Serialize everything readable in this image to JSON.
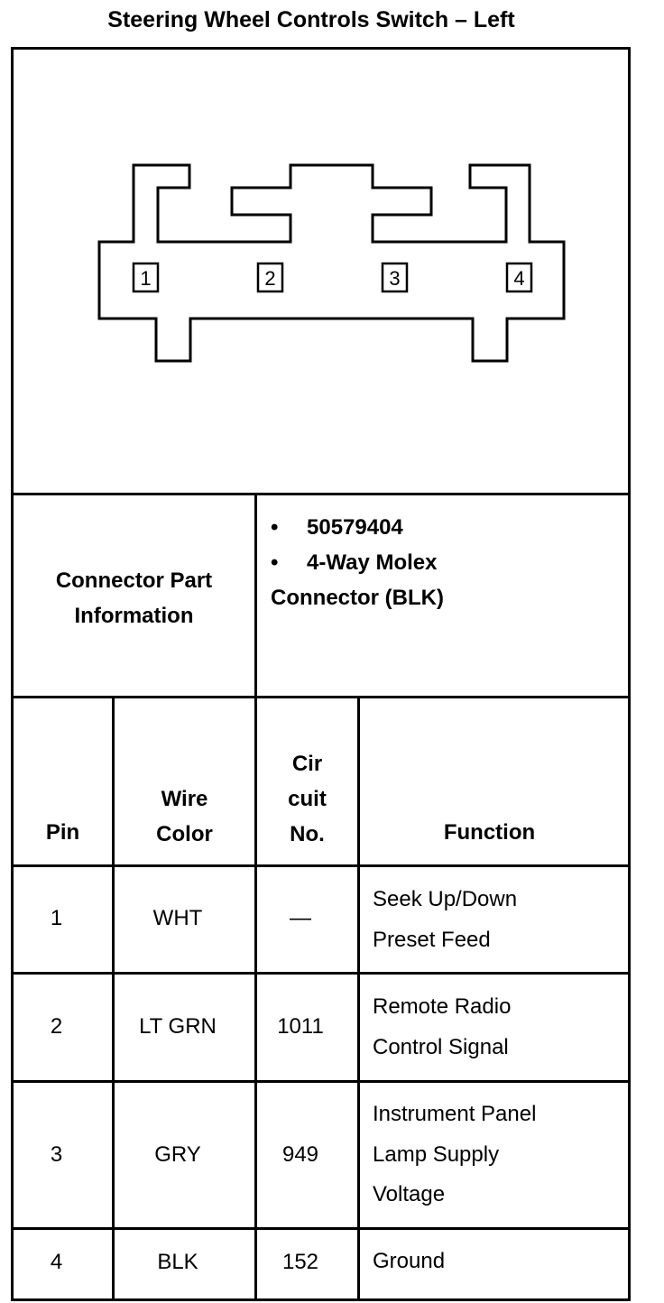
{
  "title": "Steering Wheel Controls Switch – Left",
  "connector": {
    "pins": [
      "1",
      "2",
      "3",
      "4"
    ]
  },
  "part_info": {
    "label_line1": "Connector Part",
    "label_line2": "Information",
    "bullet_char": "•",
    "item1": "50579404",
    "item2": "4-Way Molex",
    "item2_cont": "Connector (BLK)"
  },
  "table": {
    "headers": {
      "pin": "Pin",
      "wire_line1": "Wire",
      "wire_line2": "Color",
      "circuit_line1": "Cir",
      "circuit_line2": "cuit",
      "circuit_line3": "No.",
      "function": "Function"
    },
    "rows": [
      {
        "pin": "1",
        "wire": "WHT",
        "circuit": "—",
        "function": [
          "Seek Up/Down",
          "Preset Feed"
        ]
      },
      {
        "pin": "2",
        "wire": "LT GRN",
        "circuit": "1011",
        "function": [
          "Remote Radio",
          "Control Signal"
        ]
      },
      {
        "pin": "3",
        "wire": "GRY",
        "circuit": "949",
        "function": [
          "Instrument Panel",
          "Lamp Supply",
          "Voltage"
        ]
      },
      {
        "pin": "4",
        "wire": "BLK",
        "circuit": "152",
        "function": [
          "Ground"
        ]
      }
    ]
  }
}
